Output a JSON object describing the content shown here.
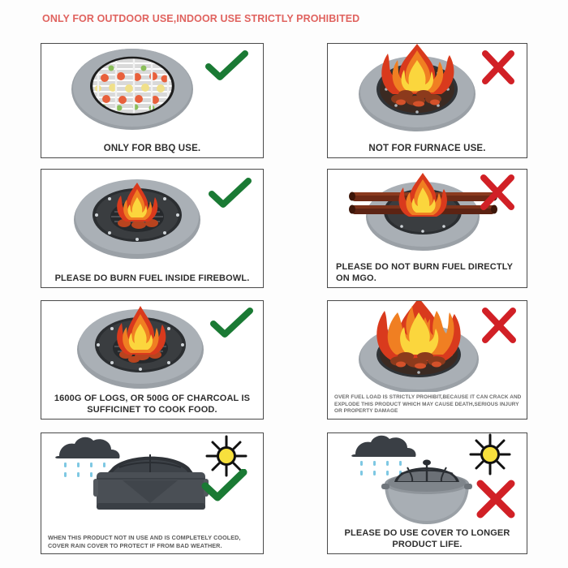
{
  "header": {
    "warning_title": "ONLY FOR OUTDOOR USE,INDOOR USE STRICTLY PROHIBITED",
    "warning_color": "#e0635f"
  },
  "colors": {
    "check_green": "#1a7a34",
    "cross_red": "#d12026",
    "panel_border": "#4a4a4a",
    "bowl_gray": "#9aa0a6",
    "bowl_gray_dark": "#7d838a",
    "interior_dark": "#3c3c3c",
    "flame_orange": "#f07f22",
    "flame_yellow": "#fbd63d",
    "flame_red": "#d93a1d",
    "cloud_dark": "#3a3f45",
    "rain_blue": "#7ec8e3",
    "sun_yellow": "#f7e03d",
    "cover_gray": "#4a4f55"
  },
  "panels": [
    {
      "id": "bbq-use",
      "caption": "ONLY FOR BBQ USE.",
      "mark": "check",
      "mark_name": "green-check-icon",
      "art": "firebowl-with-grill-food",
      "caption_size": "cap-lg"
    },
    {
      "id": "furnace-use",
      "caption": "NOT FOR FURNACE USE.",
      "mark": "cross",
      "mark_name": "red-cross-icon",
      "art": "firebowl-large-flames",
      "caption_size": "cap-lg"
    },
    {
      "id": "burn-inside-firebowl",
      "caption": "PLEASE DO BURN FUEL INSIDE FIREBOWL.",
      "mark": "check",
      "mark_name": "green-check-icon",
      "art": "firebowl-small-fire-inside",
      "caption_size": "cap-md"
    },
    {
      "id": "burn-on-mgo",
      "caption": "PLEASE DO NOT BURN FUEL DIRECTLY ON MGO.",
      "mark": "cross",
      "mark_name": "red-cross-icon",
      "art": "firebowl-logs-across-rim",
      "caption_size": "cap-md"
    },
    {
      "id": "fuel-load-correct",
      "caption": "1600G OF LOGS, OR 500G OF CHARCOAL IS SUFFICINET TO COOK FOOD.",
      "mark": "check",
      "mark_name": "green-check-icon",
      "art": "firebowl-correct-fuel-load",
      "caption_size": "cap-md"
    },
    {
      "id": "fuel-overload",
      "caption": "OVER FUEL LOAD IS STRICTLY PROHIBIT,BECAUSE IT CAN CRACK AND EXPLODE THIS PRODUCT WHICH MAY CAUSE DEATH,SERIOUS INJURY OR PROPERTY DAMAGE",
      "mark": "cross",
      "mark_name": "red-cross-icon",
      "art": "firebowl-overloaded-flames",
      "caption_size": "cap-sm"
    },
    {
      "id": "use-rain-cover",
      "caption": "WHEN THIS PRODUCT NOT IN USE AND IS COMPLETELY COOLED, COVER RAIN COVER TO PROTECT IF FROM BAD WEATHER.",
      "mark": "check",
      "mark_name": "green-check-icon",
      "art": "firebowl-with-rain-cover",
      "caption_size": "cap-xs"
    },
    {
      "id": "no-cover-used",
      "caption": "PLEASE DO USE COVER TO LONGER PRODUCT LIFE.",
      "mark": "cross",
      "mark_name": "red-cross-icon",
      "art": "firebowl-uncovered-with-spark-screen",
      "caption_size": "cap-md"
    }
  ],
  "weather_icons": {
    "rain_cloud": "rain-cloud-icon",
    "sun": "sun-icon"
  }
}
